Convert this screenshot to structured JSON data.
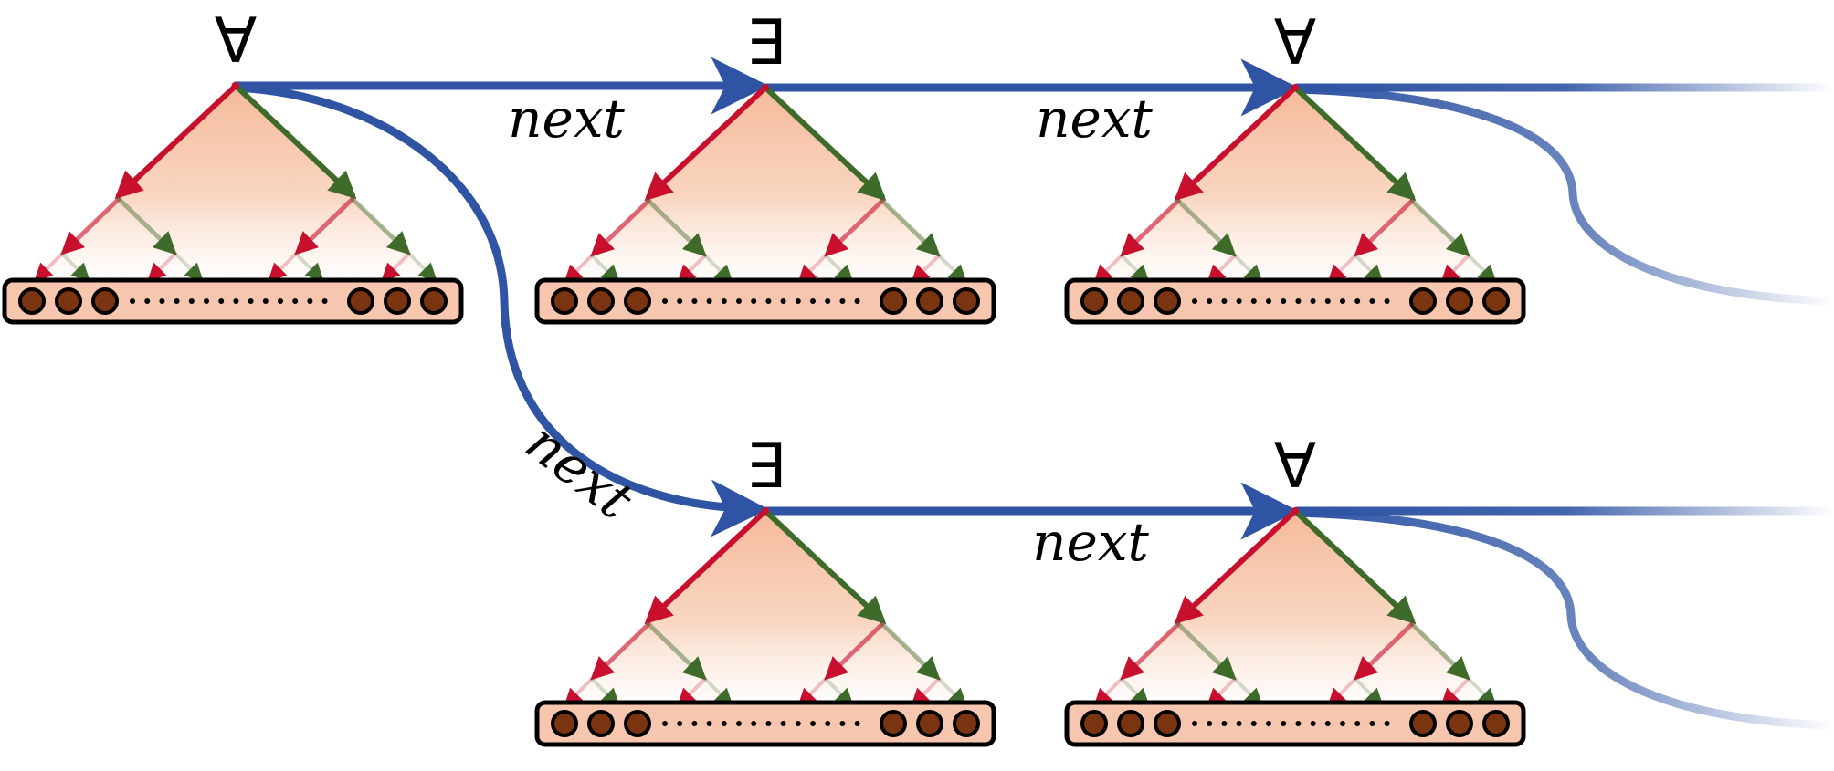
{
  "quantifiers": {
    "top_1": "∀",
    "top_2": "∃",
    "top_3": "∀",
    "bottom_1": "∃",
    "bottom_2": "∀"
  },
  "edge_labels": {
    "top_1_2": "next",
    "top_2_3": "next",
    "branch": "next",
    "bottom_1_2": "next"
  },
  "colors": {
    "transition": "#2e54a3",
    "left_branch": "#c8102e",
    "right_branch": "#3e6b2a",
    "tree_fill": "#f5b99a",
    "tape_fill": "#f6c7ae",
    "tape_cell": "#7a3410"
  }
}
